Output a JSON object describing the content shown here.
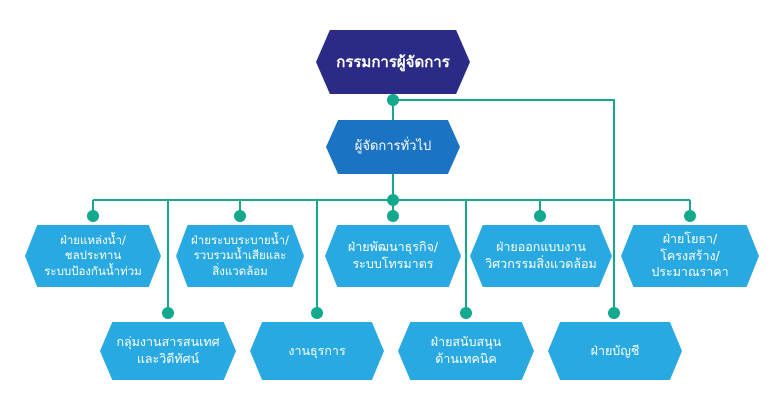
{
  "nodes": {
    "root": "กรรมการผู้จัดการ",
    "manager": "ผู้จัดการทั่วไป",
    "upper": [
      "ฝ่ายแหล่งน้ำ/ชลประทาน\nระบบป้องกันน้ำท่วม",
      "ฝ่ายระบบระบายน้ำ/\nรวบรวมน้ำเสียและ\nสิ่งแวดล้อม",
      "ฝ่ายพัฒนาธุรกิจ/\nระบบโทรมาตร",
      "ฝ่ายออกแบบงาน\nวิศวกรรมสิ่งแวดล้อม",
      "ฝ่ายโยธา/โครงสร้าง/\nประมาณราคา"
    ],
    "lower": [
      "กลุ่มงานสารสนเทศ\nและวิดีทัศน์",
      "งานธุรการ",
      "ฝ่ายสนับสนุน\nด้านเทคนิค",
      "ฝ่ายบัญชี"
    ]
  },
  "colors": {
    "root": "#2b2a86",
    "manager": "#1b73c3",
    "department": "#29a9e1",
    "connector": "#14a88e",
    "text": "#ffffff"
  }
}
